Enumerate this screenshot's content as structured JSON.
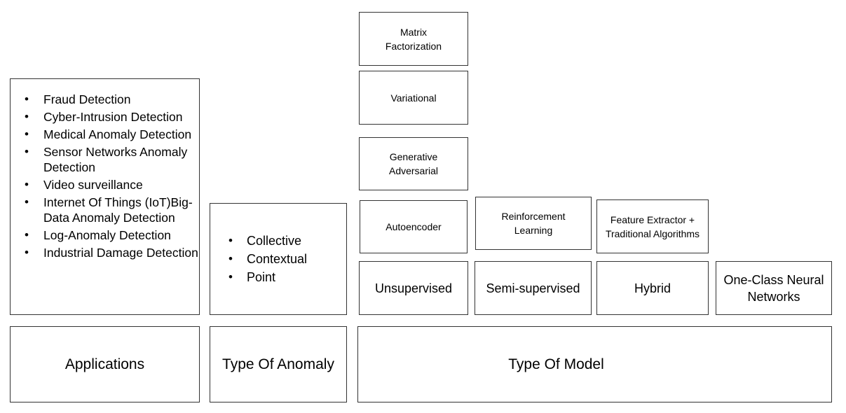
{
  "applications": {
    "label": "Applications",
    "items": [
      "Fraud Detection",
      "Cyber-Intrusion Detection",
      "Medical Anomaly Detection",
      "Sensor Networks Anomaly Detection",
      "Video surveillance",
      "Internet Of Things (IoT)Big- Data  Anomaly Detection",
      "Log-Anomaly Detection",
      "Industrial Damage Detection"
    ]
  },
  "anomaly": {
    "label": "Type Of Anomaly",
    "items": [
      "Collective",
      "Contextual",
      "Point"
    ]
  },
  "model": {
    "label": "Type Of Model",
    "unsupervised": "Unsupervised",
    "semi_supervised": "Semi-supervised",
    "hybrid": "Hybrid",
    "one_class": "One-Class Neural Networks",
    "autoencoder": "Autoencoder",
    "generative_adversarial": "Generative Adversarial",
    "variational": "Variational",
    "matrix_factorization": "Matrix Factorization",
    "reinforcement_learning": "Reinforcement Learning",
    "feature_extractor": "Feature Extractor + Traditional Algorithms"
  },
  "colors": {
    "border": "#333333",
    "background": "#ffffff",
    "text": "#000000"
  }
}
